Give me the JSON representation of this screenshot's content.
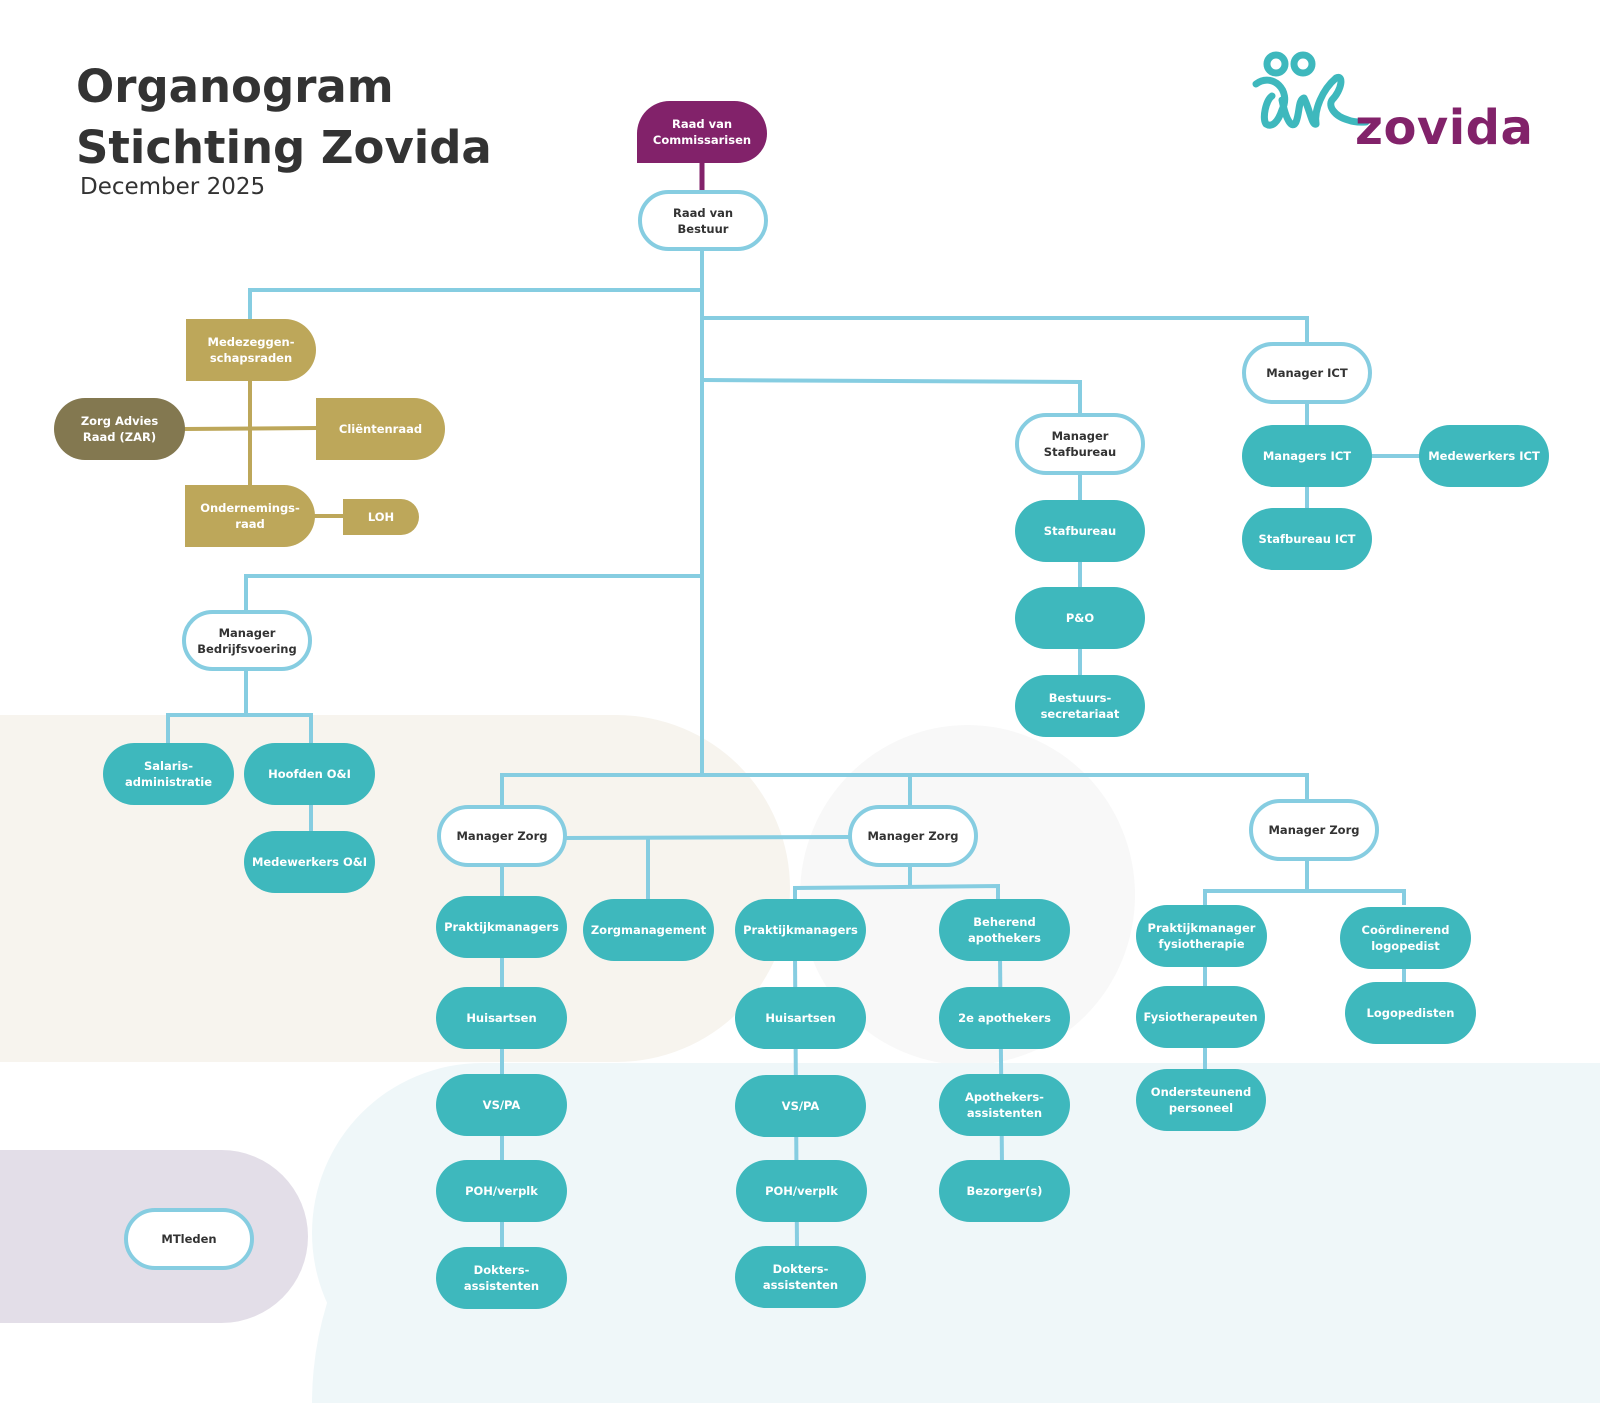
{
  "header": {
    "title_line1": "Organogram",
    "title_line2": "Stichting Zovida",
    "date": "December 2025"
  },
  "logo": {
    "icon": "zovida-figures-icon",
    "wordmark": "zovida",
    "colors": {
      "icon": "#3eb8bd",
      "wordmark": "#82226a"
    }
  },
  "colors": {
    "teal": "#3eb8bd",
    "connector": "#86cde1",
    "gold": "#bda75a",
    "olive": "#837850",
    "purple": "#82226a",
    "text_dark": "#333333"
  },
  "nodes": {
    "raad_commissarissen": "Raad van\nCommissarisen",
    "raad_bestuur": "Raad van\nBestuur",
    "medezeggenschapsraden": "Medezeggen-\nschapsraden",
    "zar": "Zorg Advies\nRaad (ZAR)",
    "clientenraad": "Cliëntenraad",
    "ondernemingsraad": "Ondernemings-\nraad",
    "loh": "LOH",
    "manager_bedrijfsvoering": "Manager\nBedrijfsvoering",
    "salarisadministratie": "Salaris-\nadministratie",
    "hoofden_oi": "Hoofden O&I",
    "medewerkers_oi": "Medewerkers O&I",
    "manager_stafbureau": "Manager\nStafbureau",
    "stafbureau": "Stafbureau",
    "po": "P&O",
    "bestuurssecretariaat": "Bestuurs-\nsecretariaat",
    "manager_ict": "Manager ICT",
    "managers_ict": "Managers ICT",
    "medewerkers_ict": "Medewerkers ICT",
    "stafbureau_ict": "Stafbureau ICT",
    "manager_zorg_1": "Manager Zorg",
    "praktijkmanagers_1": "Praktijkmanagers",
    "huisartsen_1": "Huisartsen",
    "vspa_1": "VS/PA",
    "poh_1": "POH/verplk",
    "doktersassistenten_1": "Dokters-\nassistenten",
    "zorgmanagement": "Zorgmanagement",
    "manager_zorg_2": "Manager Zorg",
    "praktijkmanagers_2": "Praktijkmanagers",
    "huisartsen_2": "Huisartsen",
    "vspa_2": "VS/PA",
    "poh_2": "POH/verplk",
    "doktersassistenten_2": "Dokters-\nassistenten",
    "beherend_apothekers": "Beherend\napothekers",
    "tweede_apothekers": "2e apothekers",
    "apothekersassistenten": "Apothekers-\nassistenten",
    "bezorgers": "Bezorger(s)",
    "manager_zorg_3": "Manager Zorg",
    "praktijkmanager_fysio": "Praktijkmanager\nfysiotherapie",
    "fysiotherapeuten": "Fysiotherapeuten",
    "ondersteunend_personeel": "Ondersteunend\npersoneel",
    "coordinerend_logopedist": "Coördinerend\nlogopedist",
    "logopedisten": "Logopedisten"
  },
  "legend": {
    "mtleden": "MTleden"
  }
}
